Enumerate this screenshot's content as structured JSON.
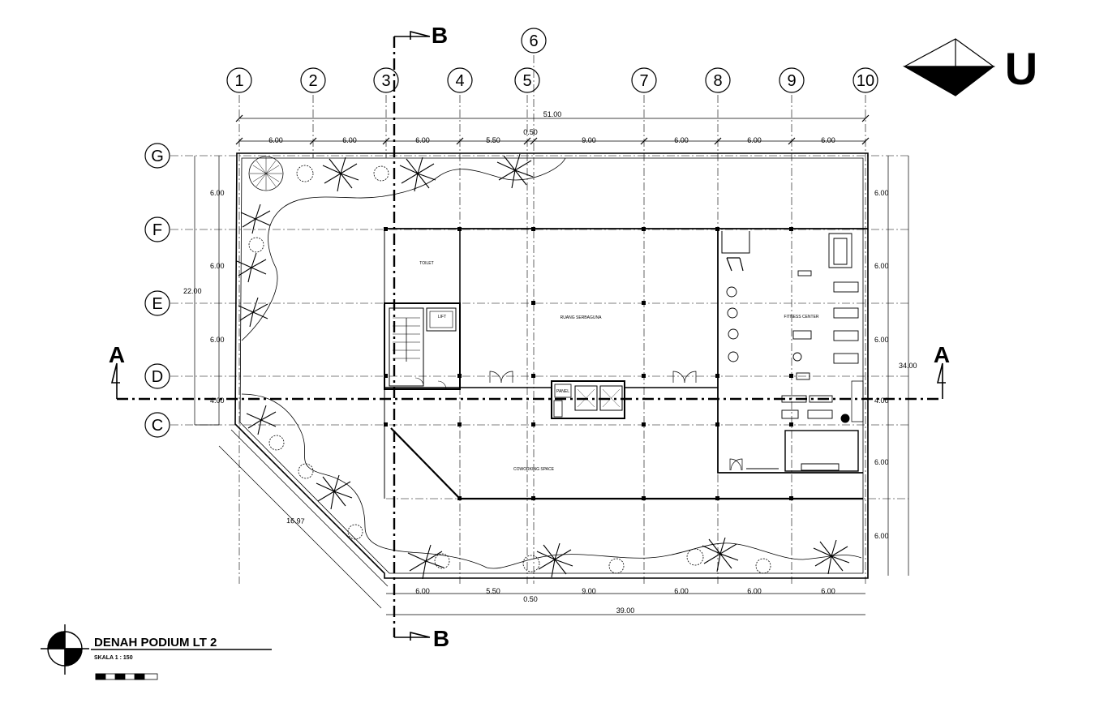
{
  "grid": {
    "columns": [
      "1",
      "2",
      "3",
      "4",
      "5",
      "6",
      "7",
      "8",
      "9",
      "10"
    ],
    "rows": [
      "G",
      "F",
      "E",
      "D",
      "C"
    ]
  },
  "dimensions": {
    "overall_top": "51.00",
    "top_spans": [
      "6.00",
      "6.00",
      "6.00",
      "5.50",
      "0.50",
      "9.00",
      "6.00",
      "6.00",
      "6.00"
    ],
    "bottom_spans": [
      "6.00",
      "5.50",
      "0.50",
      "9.00",
      "6.00",
      "6.00",
      "6.00"
    ],
    "overall_bottom": "39.00",
    "left_spans": [
      "6.00",
      "6.00",
      "6.00",
      "4.00"
    ],
    "left_total": "22.00",
    "right_spans": [
      "6.00",
      "6.00",
      "6.00",
      "4.00",
      "6.00",
      "6.00"
    ],
    "right_total": "34.00",
    "diagonal": "16.97"
  },
  "sections": {
    "a": "A",
    "b": "B"
  },
  "north": "U",
  "rooms": {
    "toilet": "TOILET",
    "lift": "LIFT",
    "hall": "RUANG SERBAGUNA",
    "fitness": "FITNESS CENTER",
    "coworking": "COWORKING SPACE",
    "panel": "PANEL"
  },
  "title_block": {
    "title": "DENAH PODIUM LT 2",
    "scale": "SKALA 1 : 150"
  }
}
